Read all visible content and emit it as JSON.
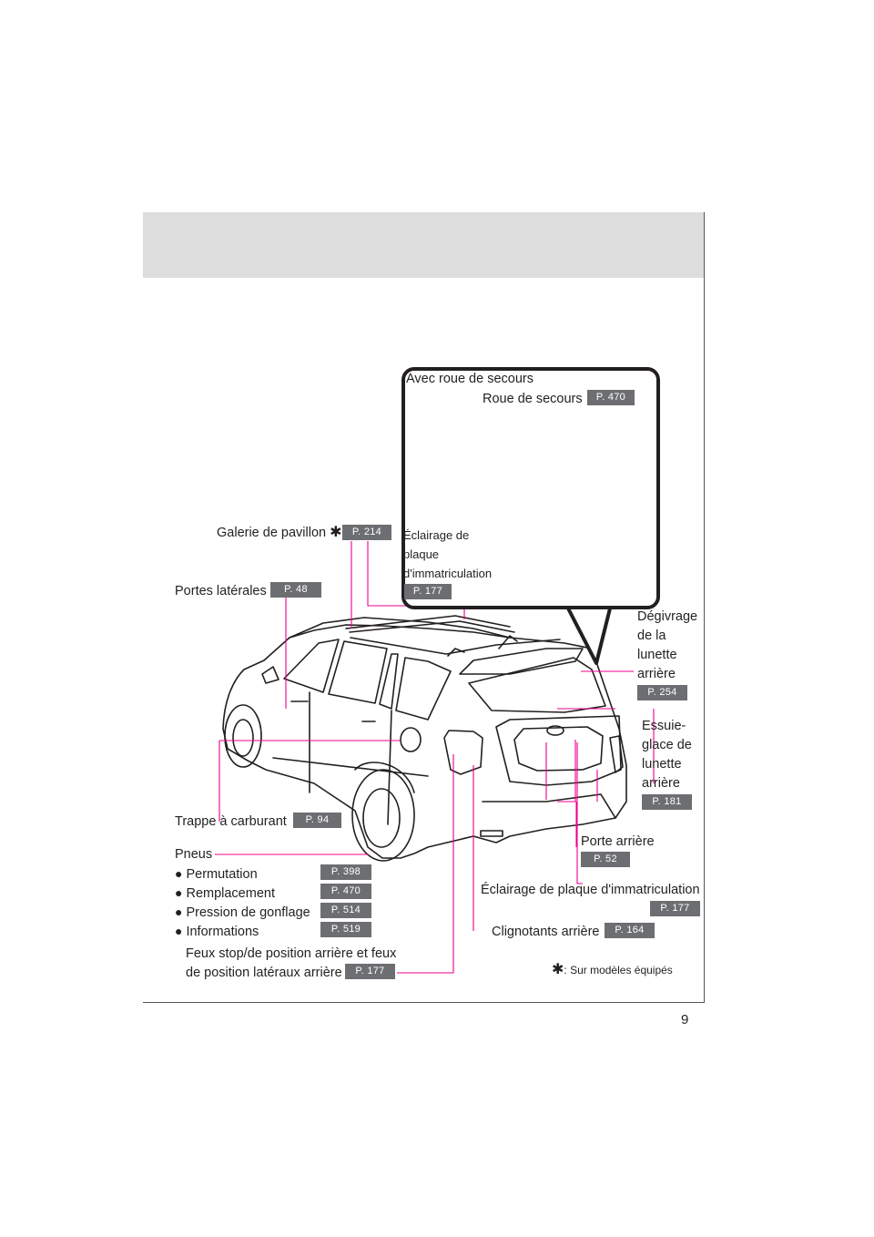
{
  "page": {
    "number": "9"
  },
  "callout": {
    "title": "Avec roue de secours",
    "spare_wheel": {
      "label": "Roue de secours",
      "ref": "P. 470"
    },
    "plate_light": {
      "line1": "Éclairage de",
      "line2": "plaque",
      "line3": "d'immatriculation",
      "ref": "P. 177"
    }
  },
  "labels": {
    "roof_rack": {
      "label": "Galerie de pavillon",
      "star": "✱",
      "ref": "P. 214"
    },
    "side_doors": {
      "label": "Portes latérales",
      "ref": "P. 48"
    },
    "rear_defogger": {
      "line1": "Dégivrage",
      "line2": "de la",
      "line3": "lunette",
      "line4": "arrière",
      "ref": "P. 254"
    },
    "rear_wiper": {
      "line1": "Essuie-",
      "line2": "glace de",
      "line3": "lunette",
      "line4": "arrière",
      "ref": "P. 181"
    },
    "fuel_door": {
      "label": "Trappe à carburant",
      "ref": "P. 94"
    },
    "back_door": {
      "label": "Porte arrière",
      "ref": "P. 52"
    },
    "plate_light": {
      "label": "Éclairage de plaque d'immatriculation",
      "ref": "P. 177"
    },
    "rear_turn": {
      "label": "Clignotants arrière",
      "ref": "P. 164"
    },
    "stop_lights": {
      "line1": "Feux stop/de position arrière et feux",
      "line2": "de position latéraux arrière",
      "ref": "P. 177"
    },
    "tires": {
      "title": "Pneus",
      "bullet": "●",
      "items": [
        {
          "label": "Permutation",
          "ref": "P. 398"
        },
        {
          "label": "Remplacement",
          "ref": "P. 470"
        },
        {
          "label": "Pression de gonflage",
          "ref": "P. 514"
        },
        {
          "label": "Informations",
          "ref": "P. 519"
        }
      ]
    }
  },
  "footnote": {
    "star": "✱",
    "text": ": Sur modèles équipés"
  },
  "colors": {
    "leader": "#ec008c",
    "badge": "#6d6e71",
    "header": "#dddddd"
  }
}
